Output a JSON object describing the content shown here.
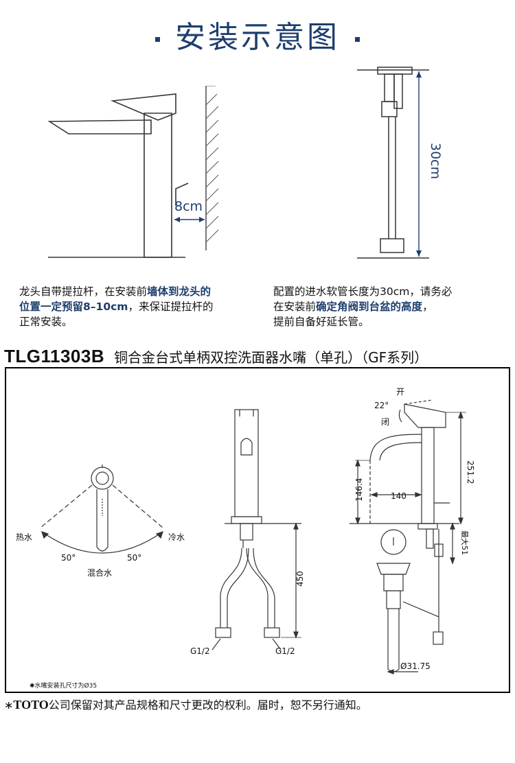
{
  "colors": {
    "accent": "#1d3e6e",
    "line": "#333333"
  },
  "header": {
    "title": "安装示意图"
  },
  "top_left_diagram": {
    "dimension_label": "8cm"
  },
  "top_right_diagram": {
    "dimension_label": "30cm"
  },
  "note_left": {
    "line1_a": "龙头自带提拉杆，在安装前",
    "line1_b": "墙体到龙头的",
    "line2_a": "位置一定预留8–10cm",
    "line2_b": "，来保证提拉杆的",
    "line3": "正常安装。"
  },
  "note_right": {
    "line1": "配置的进水软管长度为30cm，请务必",
    "line2_a": "在安装前",
    "line2_b": "确定角阀到台盆的高度",
    "line2_c": "，",
    "line3": "提前自备好延长管。"
  },
  "product": {
    "code": "TLG11303B",
    "name": "铜合金台式单柄双控洗面器水嘴（单孔）（GF系列）"
  },
  "spec": {
    "hot_label": "热水",
    "cold_label": "冷水",
    "mix_label": "混合水",
    "angle_left": "50°",
    "angle_right": "50°",
    "hole_note": "✱水嘴安装孔尺寸为Ø35",
    "dim_height_450": "450",
    "thread_left": "G1/2",
    "thread_right": "G1/2",
    "open_label": "开",
    "close_label": "闭",
    "lever_angle": "22°",
    "dim_height_251": "251.2",
    "dim_height_146": "146.4",
    "dim_reach_140": "140",
    "dim_max_51": "最大51",
    "dim_diameter": "Ø31.75"
  },
  "footer": {
    "prefix": "∗",
    "brand": "TOTO",
    "text": "公司保留对其产品规格和尺寸更改的权利。届时，恕不另行通知。"
  }
}
